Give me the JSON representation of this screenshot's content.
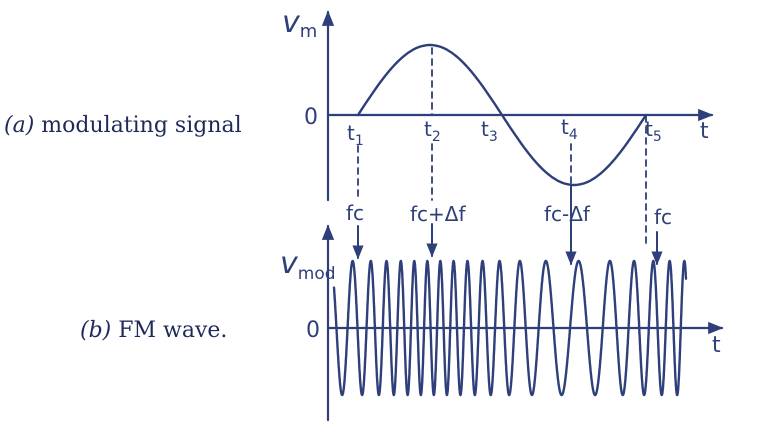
{
  "captions": {
    "a_letter": "(a)",
    "a_text": "modulating signal",
    "b_letter": "(b)",
    "b_text": "FM wave."
  },
  "top_graph": {
    "y_axis_label": "v",
    "y_axis_sub": "m",
    "zero_label": "0",
    "x_axis_label": "t",
    "time_labels": [
      {
        "base": "t",
        "sub": "1"
      },
      {
        "base": "t",
        "sub": "2"
      },
      {
        "base": "t",
        "sub": "3"
      },
      {
        "base": "t",
        "sub": "4"
      },
      {
        "base": "t",
        "sub": "5"
      }
    ]
  },
  "frequency_labels": [
    "fc",
    "fc+Δf",
    "fc-Δf",
    "fc"
  ],
  "bottom_graph": {
    "y_axis_label": "v",
    "y_axis_sub": "mod",
    "zero_label": "0",
    "x_axis_label": "t"
  },
  "colors": {
    "ink": "#2e3f7a",
    "caption": "#1f2a5a"
  }
}
